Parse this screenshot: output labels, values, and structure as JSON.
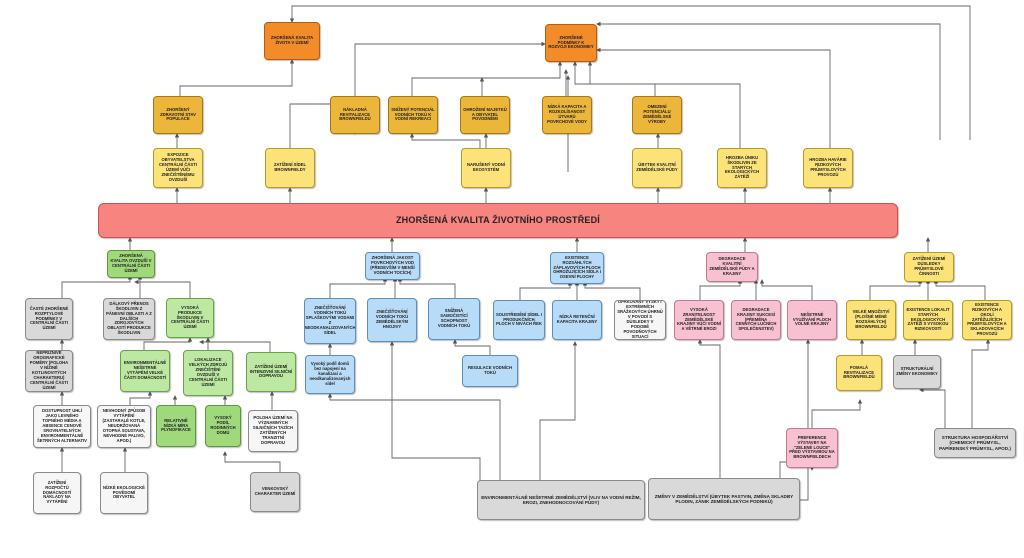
{
  "nodes": {
    "n01": "ZHORŠENÁ KVALITA ŽIVOTA V ÚZEMÍ",
    "n02": "ZHORŠENÉ PODMÍNKY K ROZVOJI EKONOMIKY",
    "n03": "ZHORŠENÝ ZDRAVOTNÍ STAV POPULACE",
    "n04": "NÁKLADNÁ REVITALIZACE BROWNFIELDŮ",
    "n05": "SNÍŽENÝ POTENCIÁL VODNÍCH TOKŮ K VODNÍ REKREACI",
    "n06": "OHROŽENÍ MAJETKŮ A OBYVATEL POVODNĚMI",
    "n07": "NÍZKÁ KAPACITA A ROZKOLÍSANOST ÚTVARŮ POVRCHOVÉ VODY",
    "n08": "OMEZENÍ POTENCIÁLU ZEMĚDĚLSKÉ VÝROBY",
    "n09": "EXPOZICE OBYVATELSTVA CENTRÁLNÍ ČÁSTI ÚZEMÍ VŮČI ZNEČIŠTĚNÉMU OVZDUŠÍ",
    "n10": "ZATÍŽENÍ SÍDEL BROWNFIELDY",
    "n11": "NARUŠENÝ VODNÍ EKOSYSTÉM",
    "n12": "ÚBYTEK KVALITNÍ ZEMĚDĚLSKÉ PŮDY",
    "n13": "HROZBA ÚNIKU ŠKODLIVIN ZE STARÝCH EKOLOGICKÝCH ZÁTĚŽÍ",
    "n14": "HROZBA HAVÁRIE RIZIKOVÝCH PRŮMYSLOVÝCH PROVOZŮ",
    "n15": "ZHORŠENÁ KVALITA ŽIVOTNÍHO PROSTŘEDÍ",
    "n16": "ZHORŠENÁ KVALITA OVZDUŠÍ V CENTRÁLNÍ ČÁSTI ÚZEMÍ",
    "n17": "ZHORŠENÁ JAKOST POVRCHOVÝCH VOD (PŘEDEVŠÍM V MENŠÍ VODNÍCH TOCÍCH)",
    "n18": "EXISTENCE ROZSÁHLÝCH ZÁPLAVOVÝCH PLOCH OHROŽUJÍCÍCH SÍDLA I OSEVNÍ PLOCHY",
    "n19": "DEGRADACE KVALITNÍ ZEMĚDĚLSKÉ PŮDY A KRAJINY",
    "n20": "ZATÍŽENÍ ÚZEMÍ DŮSLEDKY PRŮMYSLOVÉ ČINNOSTI",
    "n21": "ČASTÉ ZHORŠENÉ ROZPTYLOVÉ PODMÍNKY V CENTRÁLNÍ ČÁSTI ÚZEMÍ",
    "n22": "DÁLKOVÝ PŘENOS ŠKODLIVIN Z PÁNEVNÍ OBLASTI A Z DALŠÍCH ZDROJOVÝCH OBLASTÍ PRODUKCE ŠKODLIVIN",
    "n23": "VYSOKÁ PRODUKCE ŠKODLIVIN V CENTRÁLNÍ ČÁSTI ÚZEMÍ",
    "n24": "ZNEČIŠŤOVÁNÍ VODNÍCH TOKŮ SPLAŠKOVÝMI VODAMI Z NEODKANALIZOVANÝCH SÍDEL",
    "n25": "ZNEČIŠŤOVÁNÍ VODNÍCH TOKŮ ZEMĚDĚLSKÝM HNOJIVY",
    "n26": "SNÍŽENÁ SAMOČISTÍCÍ SCHOPNOST VODNÍCH TOKŮ",
    "n27": "SOUSTŘEDĚNÍ SÍDEL I PRODUKČNÍCH PLOCH V NIVÁCH ŘEK",
    "n28": "NÍZKÁ RETENČNÍ KAPACITA KRAJINY",
    "n29": "OPAKOVANÝ VÝSKYT EXTRÉMNÍCH SRÁŽKOVÝCH ÚHRNŮ V POVODÍ S DŮSLEDKY V PODOBĚ POVODŇOVÝCH SITUACÍ",
    "n30": "VYSOKÁ ZRANITELNOST ZEMĚDĚLSKÉ KRAJINY VŮČI VODNÍ A VĚTRNÉ EROZI",
    "n31": "DEGRADACE KRAJINY SUKCESÍ (PŘEMĚNA CENNÝCH LUČNÍCH SPOLEČENSTEV)",
    "n32": "NEŠETRNÉ VYUŽÍVÁNÍ PLOCH VOLNÉ KRAJINY",
    "n33": "VELKÉ MNOŽSTVÍ (PLOŠNĚ MÉNĚ ROZSÁHLÝCH) BROWNFIELDŮ",
    "n34": "EXISTENCE LOKALIT STARÝCH EKOLOGICKÝCH ZÁTĚŽÍ S VYSOKOU RIZIKOVOSTÍ",
    "n35": "EXISTENCE RIZIKOVÝCH A OKOLÍ ZATĚŽUJÍCÍCH PRŮMYSLOVÝCH A SKLADOVACÍCH PROVOZŮ",
    "n36": "NEPŘÍZNIVÉ OROGRAFICKÉ POMĚRY (POLOHA V NÍŽINĚ KOTLINOVITÝCH CHARAKTERU) CENTRÁLNÍ ČÁSTI ÚZEMÍ",
    "n37": "ENVIRONMENTÁLNĚ NEŠETRNÉ VYTÁPĚNÍ VELKÉ ČÁSTI DOMÁCNOSTÍ",
    "n38": "LOKALIZACE VELKÝCH ZDROJŮ ZNEČIŠTĚNÍ OVZDUŠÍ V CENTRÁLNÍ ČÁSTI ÚZEMÍ",
    "n39": "ZATÍŽENÍ ÚZEMÍ INTENZIVNÍ SILNIČNÍ DOPRAVOU",
    "n40": "Vysoký podíl domů bez napojení na kanalizaci a neodkanalizovaných sídel",
    "n41": "REGULACE VODNÍCH TOKŮ",
    "n42": "POMALÁ REVITALIZACE BROWNFIELDŮ",
    "n43": "STRUKTURÁLNÍ ZMĚNY EKONOMIKY",
    "n44": "DOSTUPNOST UHLÍ JAKO LEVNĚHO TOPNÉHO MÉDIA A ABSENCE CENOVĚ SROVNATELNÝCH ENVIRONMENTÁLNĚ ŠETRNÝCH ALTERNATIV",
    "n45": "NEVHODNÝ ZPŮSOB VYTÁPĚNÍ (ZASTARALÉ KOTLE, NEUDRŽOVANÁ OTOPNÁ SOUSTAVA, NEVHODNÉ PALIVO, APOD.)",
    "n46": "RELATIVNĚ NÍZKÁ MÍRA PLYNOFIKACE",
    "n47": "VYSOKÝ PODÍL RODINNÝCH DOMŮ",
    "n48": "POLOHA ÚZEMÍ NA VÝZNAMNÝCH SILNIČNÍCH TAZÍCH ZATÍŽENÝCH TRANZITNÍ DOPRAVOU",
    "n49": "PREFERENCE VÝSTAVBY NA \"ZELENÉ LOUCE\" PŘED VÝSTAVBOU NA BROWNFIELDECH",
    "n50": "STRUKTURA HOSPODÁŘSTVÍ (CHEMICKÝ PRŮMYSL, PAPÍRENSKÝ PRŮMYSL, APOD.)",
    "n51": "ZATÍŽENÍ ROZPOČTŮ DOMÁCNOSTÍ NÁKLADY NA VYTÁPĚNÍ",
    "n52": "NÍZKÉ EKOLOGICKÉ POVĚDOMÍ OBYVATEL",
    "n53": "VENKOVSKÝ CHARAKTER ÚZEMÍ",
    "n54": "ENVIRONMENTÁLNĚ NEŠETRNÉ ZEMĚDĚLSTVÍ (VLIV NA VODNÍ REŽIM, EROZI, ZNEHODNOCOVÁNÍ PŮDY)",
    "n55": "ZMĚNY V ZEMĚDĚLSTVÍ (ÚBYTEK PASTVIN, ZMĚNA SKLADBY PLODIN, ZÁNIK ZEMĚDĚLSKÝCH PODNIKŮ)"
  },
  "colors": {
    "orange": "#f28c28",
    "gold": "#ebb63a",
    "yellow": "#fbe37a",
    "salmon": "#f8847f",
    "green": "#9fd97c",
    "blue": "#b8dcf8",
    "pink": "#f7c1d2",
    "grey": "#d9d9d9",
    "connector": "#555555"
  }
}
